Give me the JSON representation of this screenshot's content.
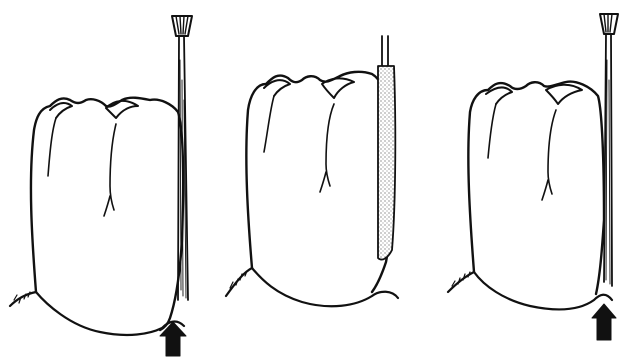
{
  "figure": {
    "panels": [
      {
        "id": "panel-1",
        "tooth": "molar",
        "instrument": "tapered-probe",
        "indicator": "up-arrow"
      },
      {
        "id": "panel-2",
        "tooth": "molar",
        "instrument": "stippled-strip",
        "indicator": "none"
      },
      {
        "id": "panel-3",
        "tooth": "molar",
        "instrument": "tapered-probe",
        "indicator": "up-arrow"
      }
    ],
    "colors": {
      "ink": "#111111",
      "paper": "#ffffff",
      "stipple": "#555555"
    }
  }
}
